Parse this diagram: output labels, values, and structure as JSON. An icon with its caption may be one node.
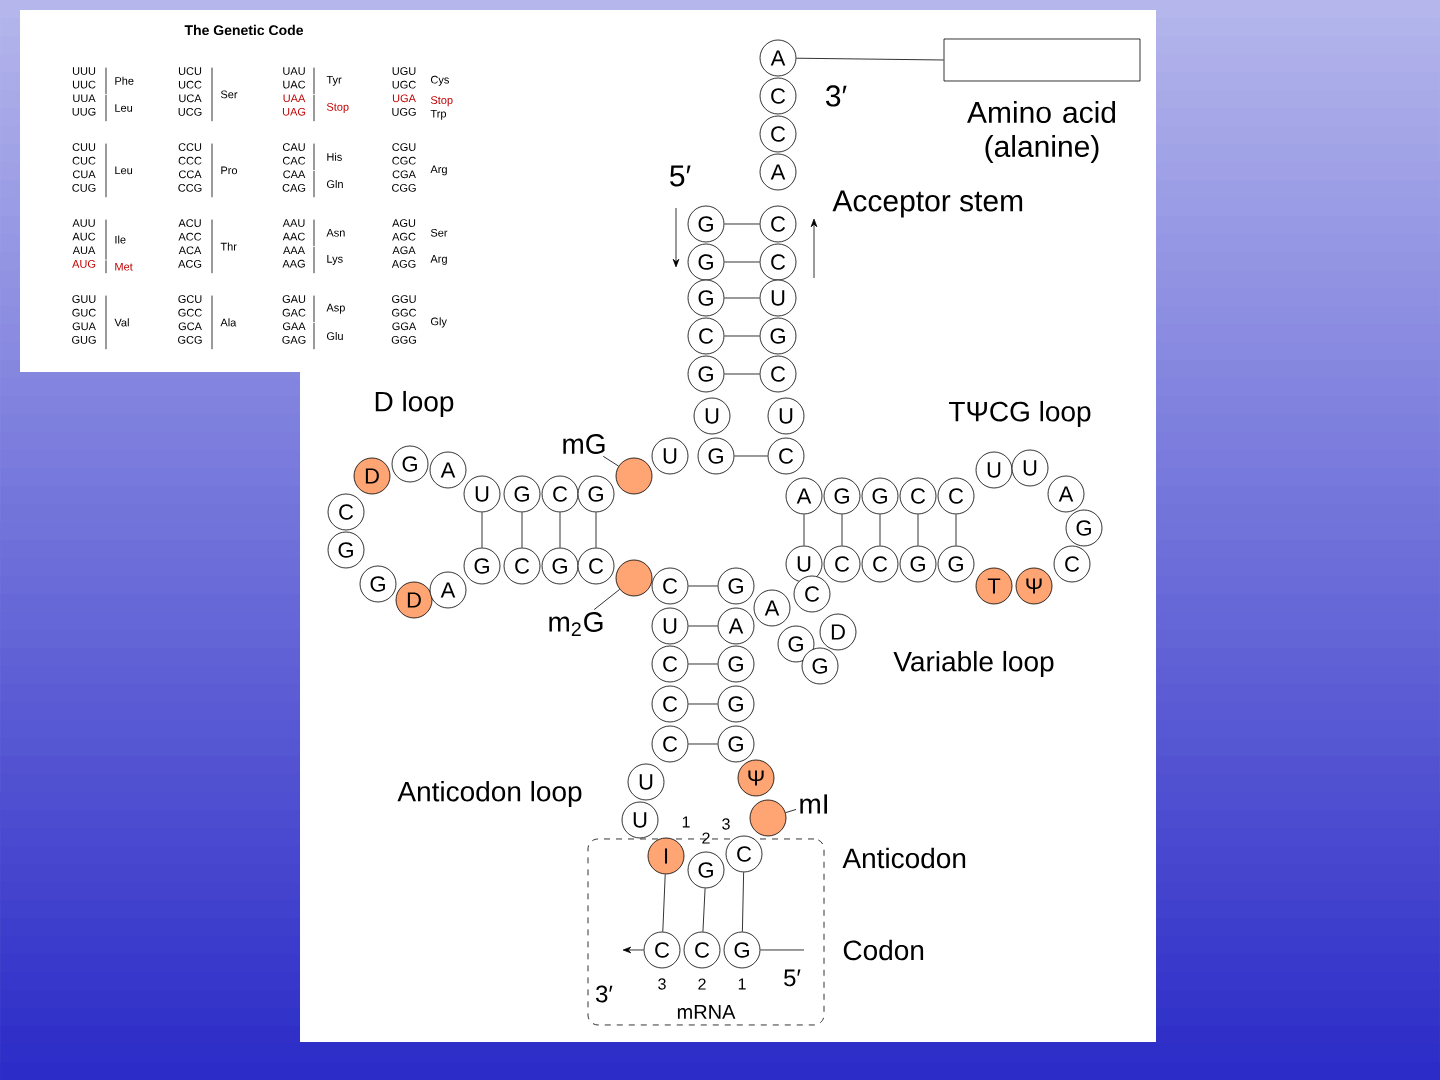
{
  "diagram": {
    "nodes": [
      {
        "text": [],
        "shape": "box",
        "beside": [
          "Amino acid (alanine)"
        ]
      },
      {
        "text": [
          "A"
        ]
      },
      {
        "text": [
          "C"
        ]
      },
      {
        "text": [
          "C"
        ]
      },
      {
        "text": [
          "A"
        ]
      },
      {
        "text": [
          "C"
        ]
      },
      {
        "text": [
          "C"
        ]
      },
      {
        "text": [
          "U"
        ]
      },
      {
        "text": [
          "G"
        ]
      },
      {
        "text": [
          "C"
        ]
      },
      {
        "text": [
          "G"
        ]
      },
      {
        "text": [
          "G"
        ]
      },
      {
        "text": [
          "G"
        ]
      },
      {
        "text": [
          "C"
        ]
      },
      {
        "text": [
          "G"
        ]
      },
      {
        "text": [
          "U"
        ]
      },
      {
        "text": [
          "U"
        ]
      },
      {
        "text": [
          "U"
        ]
      },
      {
        "text": [
          "G"
        ]
      },
      {
        "text": [
          "C"
        ]
      },
      {
        "text": [],
        "shape": "circle"
      },
      {
        "text": [
          "mG"
        ]
      },
      {
        "text": [
          "U"
        ]
      },
      {
        "text": [
          "G"
        ]
      },
      {
        "text": [
          "C"
        ]
      },
      {
        "text": [
          "G"
        ]
      },
      {
        "text": [
          "G"
        ]
      },
      {
        "text": [
          "C"
        ]
      },
      {
        "text": [
          "G"
        ]
      },
      {
        "text": [
          "C"
        ]
      },
      {
        "text": [
          "A"
        ]
      },
      {
        "text": [
          "G"
        ]
      },
      {
        "text": [
          "D"
        ]
      },
      {
        "text": [
          "C"
        ]
      },
      {
        "text": [
          "G"
        ]
      },
      {
        "text": [
          "G"
        ]
      },
      {
        "text": [
          "D"
        ]
      },
      {
        "text": [
          "A"
        ]
      },
      {
        "text": [],
        "shape": "circle"
      },
      {
        "text": [
          "m$_{2}$G"
        ]
      },
      {
        "text": [
          "A"
        ]
      },
      {
        "text": [
          "G"
        ]
      },
      {
        "text": [
          "G"
        ]
      },
      {
        "text": [
          "C"
        ]
      },
      {
        "text": [
          "C"
        ]
      },
      {
        "text": [
          "U"
        ]
      },
      {
        "text": [
          "C"
        ]
      },
      {
        "text": [
          "C"
        ]
      },
      {
        "text": [
          "G"
        ]
      },
      {
        "text": [
          "G"
        ]
      },
      {
        "text": [
          "U"
        ]
      },
      {
        "text": [
          "U"
        ]
      },
      {
        "text": [
          "A"
        ]
      },
      {
        "text": [
          "G"
        ]
      },
      {
        "text": [
          "C"
        ]
      },
      {
        "text": [
          "Ψ"
        ]
      },
      {
        "text": [
          "T"
        ]
      },
      {
        "text": [
          "C"
        ]
      },
      {
        "text": [
          "U"
        ]
      },
      {
        "text": [
          "C"
        ]
      },
      {
        "text": [
          "C"
        ]
      },
      {
        "text": [
          "C"
        ]
      },
      {
        "text": [
          "G"
        ]
      },
      {
        "text": [
          "A"
        ]
      },
      {
        "text": [
          "G"
        ]
      },
      {
        "text": [
          "G"
        ]
      },
      {
        "text": [
          "G"
        ]
      },
      {
        "text": [
          "A"
        ]
      },
      {
        "text": [
          "C"
        ]
      },
      {
        "text": [
          "D"
        ]
      },
      {
        "text": [
          "G"
        ]
      },
      {
        "text": [
          "G"
        ]
      },
      {
        "text": [
          "U"
        ]
      },
      {
        "text": [
          "U"
        ]
      },
      {
        "text": [
          "Ψ"
        ]
      },
      {
        "text": [],
        "shape": "circle"
      },
      {
        "text": [
          "mI"
        ]
      },
      {
        "text": [
          "mRNA"
        ]
      },
      {
        "text": [
          "I"
        ],
        "in": 77
      },
      {
        "text": [
          "G"
        ],
        "in": 77
      },
      {
        "text": [
          "C"
        ],
        "in": 77
      },
      {
        "text": [
          "C"
        ],
        "in": 77
      },
      {
        "text": [
          "C"
        ],
        "in": 77
      },
      {
        "text": [
          "G"
        ],
        "in": 77
      }
    ],
    "edges": [
      {
        "from": 1,
        "to": 0,
        "arrow": "none"
      },
      {
        "from": 10,
        "to": 5,
        "arrow": "none"
      },
      {
        "from": 11,
        "to": 6,
        "arrow": "none"
      },
      {
        "from": 12,
        "to": 7,
        "arrow": "none"
      },
      {
        "from": 13,
        "to": 8,
        "arrow": "none"
      },
      {
        "from": 14,
        "to": 9,
        "arrow": "none"
      },
      {
        "from": 18,
        "to": 19,
        "arrow": "none"
      },
      {
        "from": 21,
        "to": 20,
        "arrow": "none"
      },
      {
        "from": 22,
        "to": 26,
        "arrow": "none"
      },
      {
        "from": 23,
        "to": 27,
        "arrow": "none"
      },
      {
        "from": 24,
        "to": 28,
        "arrow": "none"
      },
      {
        "from": 25,
        "to": 29,
        "arrow": "none"
      },
      {
        "from": 39,
        "to": 38,
        "arrow": "none"
      },
      {
        "from": 40,
        "to": 45,
        "arrow": "none"
      },
      {
        "from": 41,
        "to": 46,
        "arrow": "none"
      },
      {
        "from": 42,
        "to": 47,
        "arrow": "none"
      },
      {
        "from": 43,
        "to": 48,
        "arrow": "none"
      },
      {
        "from": 44,
        "to": 49,
        "arrow": "none"
      },
      {
        "from": 57,
        "to": 62,
        "arrow": "none"
      },
      {
        "from": 58,
        "to": 63,
        "arrow": "none"
      },
      {
        "from": 59,
        "to": 64,
        "arrow": "none"
      },
      {
        "from": 60,
        "to": 65,
        "arrow": "none"
      },
      {
        "from": 61,
        "to": 66,
        "arrow": "none"
      },
      {
        "from": 76,
        "to": 75,
        "arrow": "none"
      },
      {
        "from": 78,
        "to": 81,
        "arrow": "none"
      },
      {
        "from": 79,
        "to": 82,
        "arrow": "none"
      },
      {
        "from": 80,
        "to": 83,
        "arrow": "none"
      },
      {
        "from": 81,
        "to": null,
        "arrow": "to"
      },
      {
        "from": 83,
        "to": null,
        "arrow": "none"
      }
    ],
    "labels": [
      "The Genetic Code",
      "UUU UUC",
      "Phe",
      "UUA UUG",
      "Leu",
      "UCU UCC UCA UCG",
      "Ser",
      "UAU UAC",
      "Tyr",
      "UAA UAG",
      "Stop",
      "UGU UGC",
      "Cys",
      "UGA",
      "Stop",
      "UGG",
      "Trp",
      "CUU CUC CUA CUG",
      "Leu",
      "CCU CCC CCA CCG",
      "Pro",
      "CAU CAC",
      "His",
      "CAA CAG",
      "Gln",
      "CGU CGC CGA CGG",
      "Arg",
      "AUU AUC AUA",
      "Ile",
      "AUG",
      "Met",
      "ACU ACC ACA ACG",
      "Thr",
      "AAU AAC",
      "Asn",
      "AAA AAG",
      "Lys",
      "AGU AGC",
      "Ser",
      "AGA AGG",
      "Arg",
      "GUU GUC GUA GUG",
      "Val",
      "GCU GCC GCA GCG",
      "Ala",
      "GAU GAC",
      "Asp",
      "GAA GAG",
      "Glu",
      "GGU GGC GGA GGG",
      "Gly",
      "3′",
      "5′",
      "Acceptor stem",
      "D loop",
      "TΨCG loop",
      "Variable loop",
      "Anticodon loop",
      "1",
      "2",
      "3",
      "Anticodon",
      "Codon",
      "3′",
      "3",
      "2",
      "1",
      "5′"
    ]
  }
}
